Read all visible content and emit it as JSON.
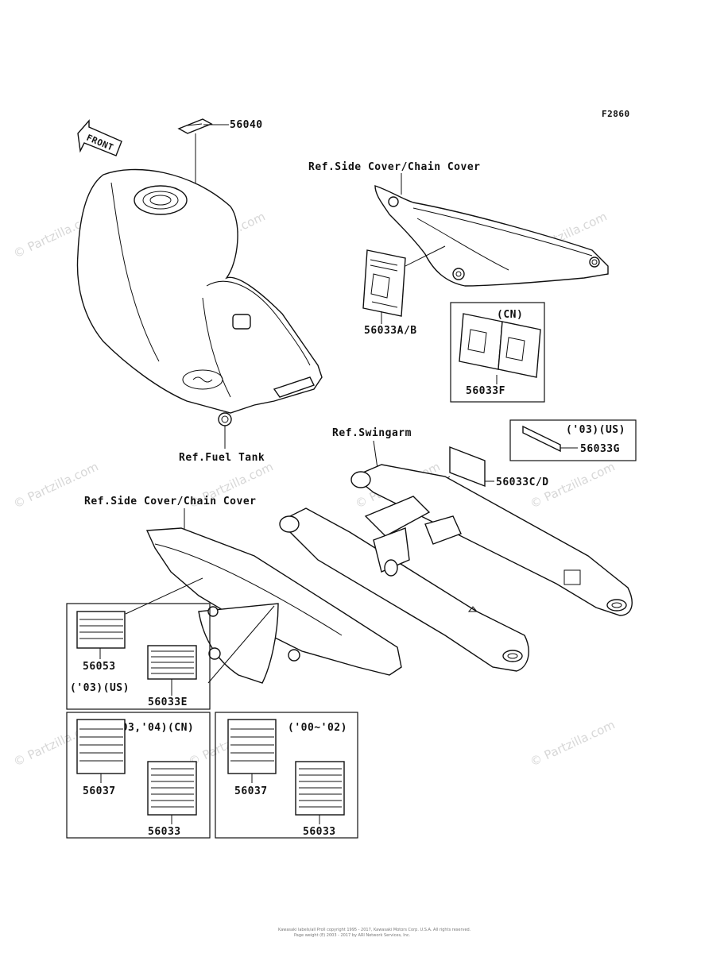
{
  "figure_code": "F2860",
  "front_arrow_label": "FRONT",
  "labels": {
    "p56040": "56040",
    "ref_side_cover_top": "Ref.Side Cover/Chain Cover",
    "p56033ab": "56033A/B",
    "cn_box_tag": "(CN)",
    "p56033f": "56033F",
    "ref_fuel_tank": "Ref.Fuel Tank",
    "ref_swingarm": "Ref.Swingarm",
    "us03_tag": "('03)(US)",
    "p56033g": "56033G",
    "p56033cd": "56033C/D",
    "ref_side_cover_left": "Ref.Side Cover/Chain Cover",
    "p56053": "56053",
    "us03_tag_left": "('03)(US)",
    "p56033e": "56033E",
    "cn0304_tag": "('03,'04)(CN)",
    "p56037_left": "56037",
    "p56033_left": "56033",
    "y0002_tag": "('00~'02)",
    "p56037_right": "56037",
    "p56033_right": "56033"
  },
  "watermark": "© Partzilla.com",
  "footer_lines": [
    "Kawasaki labels/all Proll copyright 1995 - 2017, Kawasaki Motors Corp. U.S.A. All rights reserved.",
    "Page weight (E) 2003 - 2017 by ARI Network Services, Inc."
  ]
}
